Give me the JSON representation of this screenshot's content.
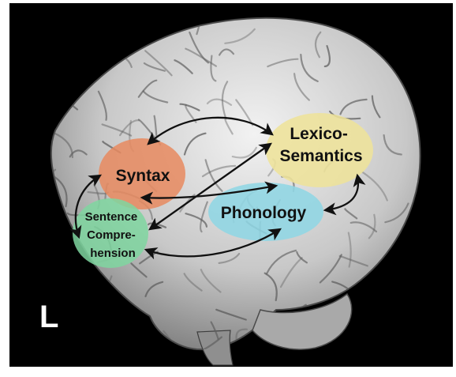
{
  "regions": {
    "syntax": {
      "label": "Syntax",
      "color": "#e8895f"
    },
    "sentence": {
      "lines": [
        "Sentence",
        "Compre-",
        "hension"
      ],
      "color": "#7fd6a0"
    },
    "lexico": {
      "lines": [
        "Lexico-",
        "Semantics"
      ],
      "color": "#eee39a"
    },
    "phonology": {
      "label": "Phonology",
      "color": "#8fd6e4"
    }
  },
  "hemisphere_label": "L",
  "connections": [
    {
      "from": "syntax",
      "to": "lexico",
      "bidirectional": true
    },
    {
      "from": "syntax",
      "to": "sentence",
      "bidirectional": true
    },
    {
      "from": "syntax",
      "to": "phonology",
      "bidirectional": true
    },
    {
      "from": "sentence",
      "to": "lexico",
      "bidirectional": true
    },
    {
      "from": "sentence",
      "to": "phonology",
      "bidirectional": true
    },
    {
      "from": "phonology",
      "to": "lexico",
      "bidirectional": true
    }
  ],
  "colors": {
    "background": "#000000",
    "brain_light": "#e6e6e6",
    "brain_shadow": "#6e6e6e",
    "arrow": "#111111"
  }
}
